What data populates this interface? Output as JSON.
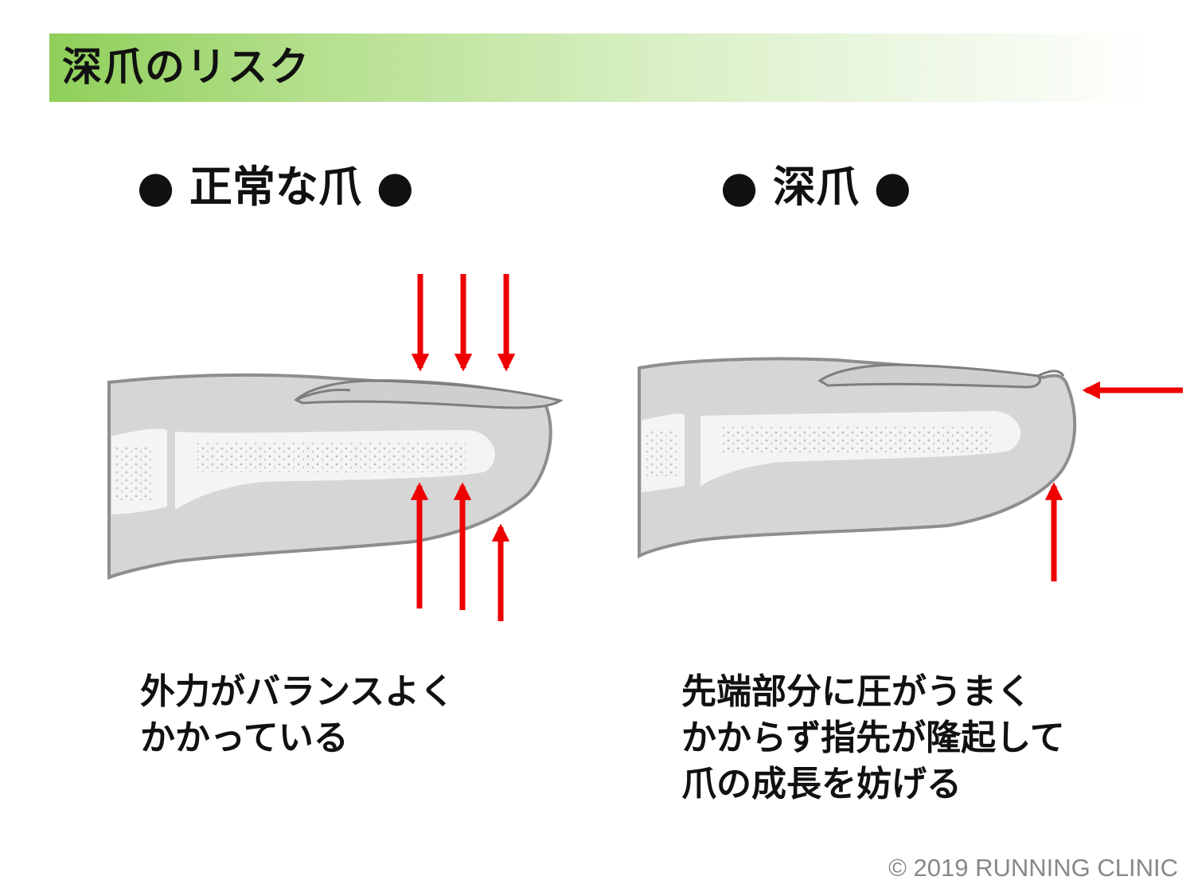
{
  "title": "深爪のリスク",
  "panels": {
    "normal": {
      "heading": "● 正常な爪 ●",
      "caption_lines": [
        "外力がバランスよく",
        "かかっている"
      ]
    },
    "deep": {
      "heading": "● 深爪 ●",
      "caption_lines": [
        "先端部分に圧がうまく",
        "かからず指先が隆起して",
        "爪の成長を妨げる"
      ]
    }
  },
  "copyright": "© 2019 RUNNING CLINIC",
  "colors": {
    "accent_green": "#8fcf5a",
    "arrow_red": "#ee0000",
    "finger_gray": "#d6d6d6",
    "bone_white": "#f4f4f4"
  }
}
